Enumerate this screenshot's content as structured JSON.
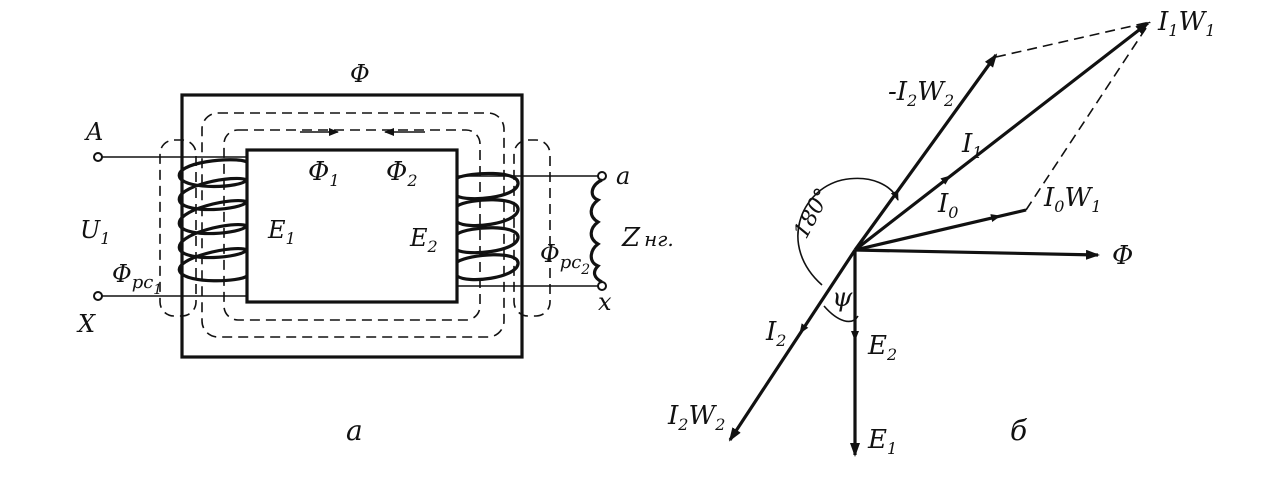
{
  "figure": {
    "a": {
      "caption": "а",
      "labels": {
        "phi_top": "Φ",
        "phi1": "Φ",
        "phi1_sub": "1",
        "phi2": "Φ",
        "phi2_sub": "2",
        "A": "A",
        "X": "X",
        "U1": "U",
        "U1_sub": "1",
        "E1": "E",
        "E1_sub": "1",
        "E2": "E",
        "E2_sub": "2",
        "phi_rs1": "Φ",
        "phi_rs1_sub": "pc",
        "phi_rs1_sub2": "1",
        "phi_rs2": "Φ",
        "phi_rs2_sub": "pc",
        "phi_rs2_sub2": "2",
        "a": "a",
        "x": "x",
        "Z": "Z",
        "Z_sub": "нг."
      }
    },
    "b": {
      "caption": "б",
      "labels": {
        "I1W1": "I",
        "I1W1_sub1": "1",
        "I1W1_mid": "W",
        "I1W1_sub2": "1",
        "negI2W2": "-I",
        "negI2W2_sub1": "2",
        "negI2W2_mid": "W",
        "negI2W2_sub2": "2",
        "I1": "I",
        "I1_sub": "1",
        "I0": "I",
        "I0_sub": "0",
        "I0W1": "I",
        "I0W1_sub1": "0",
        "I0W1_mid": "W",
        "I0W1_sub2": "1",
        "phi": "Φ",
        "angle180": "180°",
        "psi": "ψ",
        "I2": "I",
        "I2_sub": "2",
        "E2": "E",
        "E2_sub": "2",
        "E1": "E",
        "E1_sub": "1",
        "I2W2": "I",
        "I2W2_sub1": "2",
        "I2W2_mid": "W",
        "I2W2_sub2": "2"
      }
    }
  }
}
